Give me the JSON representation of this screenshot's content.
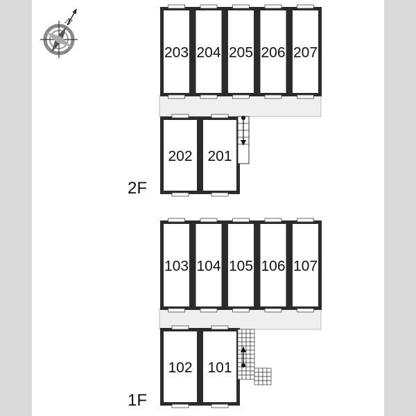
{
  "floors": [
    {
      "label": "2F",
      "top_row": [
        "203",
        "204",
        "205",
        "206",
        "207"
      ],
      "bottom_row": [
        "202",
        "201"
      ]
    },
    {
      "label": "1F",
      "top_row": [
        "103",
        "104",
        "105",
        "106",
        "107"
      ],
      "bottom_row": [
        "102",
        "101"
      ]
    }
  ],
  "compass": {
    "label": "N",
    "icon": "compass-icon"
  },
  "colors": {
    "wall": "#2b2b2b",
    "corridor": "#eeeeee",
    "background": "#d9d9d9"
  }
}
